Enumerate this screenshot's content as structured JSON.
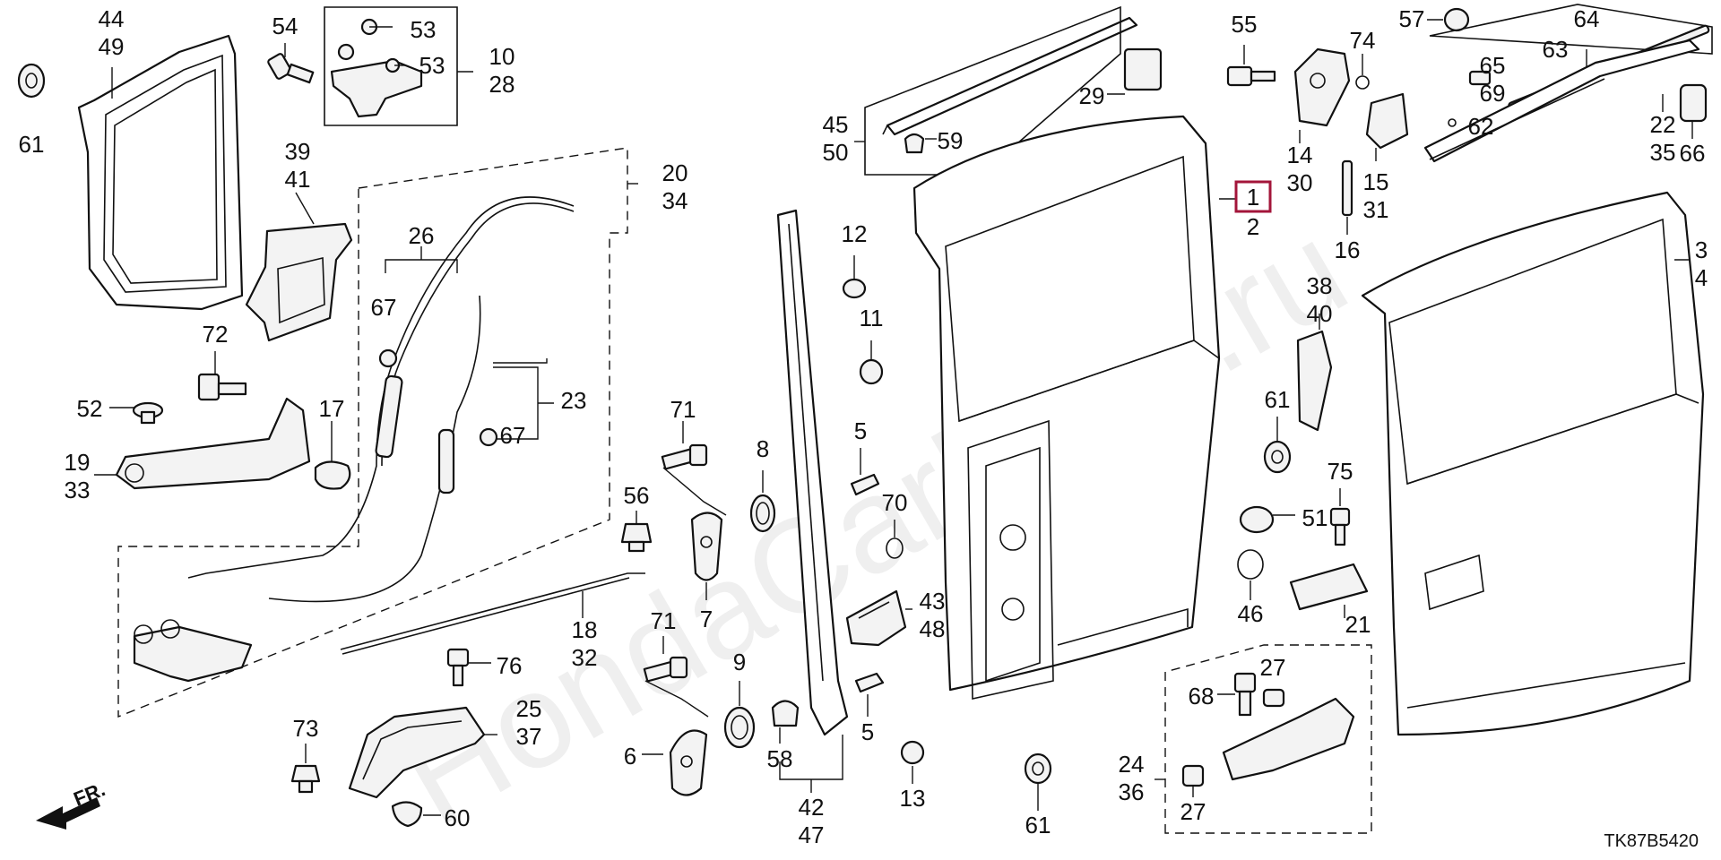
{
  "watermark": "HondaCarMine.ru",
  "diagram_code": "TK87B5420",
  "direction": {
    "text": "FR."
  },
  "highlighted_part": "1",
  "callouts": [
    {
      "id": "c44",
      "lines": [
        "44",
        "49"
      ]
    },
    {
      "id": "c61a",
      "lines": [
        "61"
      ]
    },
    {
      "id": "c54",
      "lines": [
        "54"
      ]
    },
    {
      "id": "c53a",
      "lines": [
        "53"
      ]
    },
    {
      "id": "c53b",
      "lines": [
        "53"
      ]
    },
    {
      "id": "c10",
      "lines": [
        "10",
        "28"
      ]
    },
    {
      "id": "c39",
      "lines": [
        "39",
        "41"
      ]
    },
    {
      "id": "c20",
      "lines": [
        "20",
        "34"
      ]
    },
    {
      "id": "c26",
      "lines": [
        "26"
      ]
    },
    {
      "id": "c67a",
      "lines": [
        "67"
      ]
    },
    {
      "id": "c23",
      "lines": [
        "23"
      ]
    },
    {
      "id": "c67b",
      "lines": [
        "67"
      ]
    },
    {
      "id": "c72",
      "lines": [
        "72"
      ]
    },
    {
      "id": "c52",
      "lines": [
        "52"
      ]
    },
    {
      "id": "c17",
      "lines": [
        "17"
      ]
    },
    {
      "id": "c19",
      "lines": [
        "19",
        "33"
      ]
    },
    {
      "id": "c56",
      "lines": [
        "56"
      ]
    },
    {
      "id": "c18",
      "lines": [
        "18",
        "32"
      ]
    },
    {
      "id": "c71a",
      "lines": [
        "71"
      ]
    },
    {
      "id": "c71b",
      "lines": [
        "71"
      ]
    },
    {
      "id": "c76",
      "lines": [
        "76"
      ]
    },
    {
      "id": "c25",
      "lines": [
        "25",
        "37"
      ]
    },
    {
      "id": "c73",
      "lines": [
        "73"
      ]
    },
    {
      "id": "c60",
      "lines": [
        "60"
      ]
    },
    {
      "id": "c8",
      "lines": [
        "8"
      ]
    },
    {
      "id": "c7",
      "lines": [
        "7"
      ]
    },
    {
      "id": "c9",
      "lines": [
        "9"
      ]
    },
    {
      "id": "c6",
      "lines": [
        "6"
      ]
    },
    {
      "id": "c58",
      "lines": [
        "58"
      ]
    },
    {
      "id": "c42",
      "lines": [
        "42",
        "47"
      ]
    },
    {
      "id": "c45",
      "lines": [
        "45",
        "50"
      ]
    },
    {
      "id": "c59",
      "lines": [
        "59"
      ]
    },
    {
      "id": "c12",
      "lines": [
        "12"
      ]
    },
    {
      "id": "c11",
      "lines": [
        "11"
      ]
    },
    {
      "id": "c5a",
      "lines": [
        "5"
      ]
    },
    {
      "id": "c70",
      "lines": [
        "70"
      ]
    },
    {
      "id": "c43",
      "lines": [
        "43",
        "48"
      ]
    },
    {
      "id": "c5b",
      "lines": [
        "5"
      ]
    },
    {
      "id": "c13",
      "lines": [
        "13"
      ]
    },
    {
      "id": "c29",
      "lines": [
        "29"
      ]
    },
    {
      "id": "c1",
      "lines": [
        "1"
      ]
    },
    {
      "id": "c2",
      "lines": [
        "2"
      ]
    },
    {
      "id": "c61b",
      "lines": [
        "61"
      ]
    },
    {
      "id": "c55",
      "lines": [
        "55"
      ]
    },
    {
      "id": "c14",
      "lines": [
        "14",
        "30"
      ]
    },
    {
      "id": "c74",
      "lines": [
        "74"
      ]
    },
    {
      "id": "c15",
      "lines": [
        "15",
        "31"
      ]
    },
    {
      "id": "c16",
      "lines": [
        "16"
      ]
    },
    {
      "id": "c38",
      "lines": [
        "38",
        "40"
      ]
    },
    {
      "id": "c61c",
      "lines": [
        "61"
      ]
    },
    {
      "id": "c75",
      "lines": [
        "75"
      ]
    },
    {
      "id": "c51",
      "lines": [
        "51"
      ]
    },
    {
      "id": "c46",
      "lines": [
        "46"
      ]
    },
    {
      "id": "c21",
      "lines": [
        "21"
      ]
    },
    {
      "id": "c27a",
      "lines": [
        "27"
      ]
    },
    {
      "id": "c68",
      "lines": [
        "68"
      ]
    },
    {
      "id": "c24",
      "lines": [
        "24",
        "36"
      ]
    },
    {
      "id": "c27b",
      "lines": [
        "27"
      ]
    },
    {
      "id": "c61d",
      "lines": [
        "61"
      ]
    },
    {
      "id": "c57",
      "lines": [
        "57"
      ]
    },
    {
      "id": "c64",
      "lines": [
        "64"
      ]
    },
    {
      "id": "c65",
      "lines": [
        "65",
        "69"
      ]
    },
    {
      "id": "c63",
      "lines": [
        "63"
      ]
    },
    {
      "id": "c62",
      "lines": [
        "62"
      ]
    },
    {
      "id": "c22",
      "lines": [
        "22",
        "35"
      ]
    },
    {
      "id": "c66",
      "lines": [
        "66"
      ]
    },
    {
      "id": "c3",
      "lines": [
        "3",
        "4"
      ]
    }
  ]
}
